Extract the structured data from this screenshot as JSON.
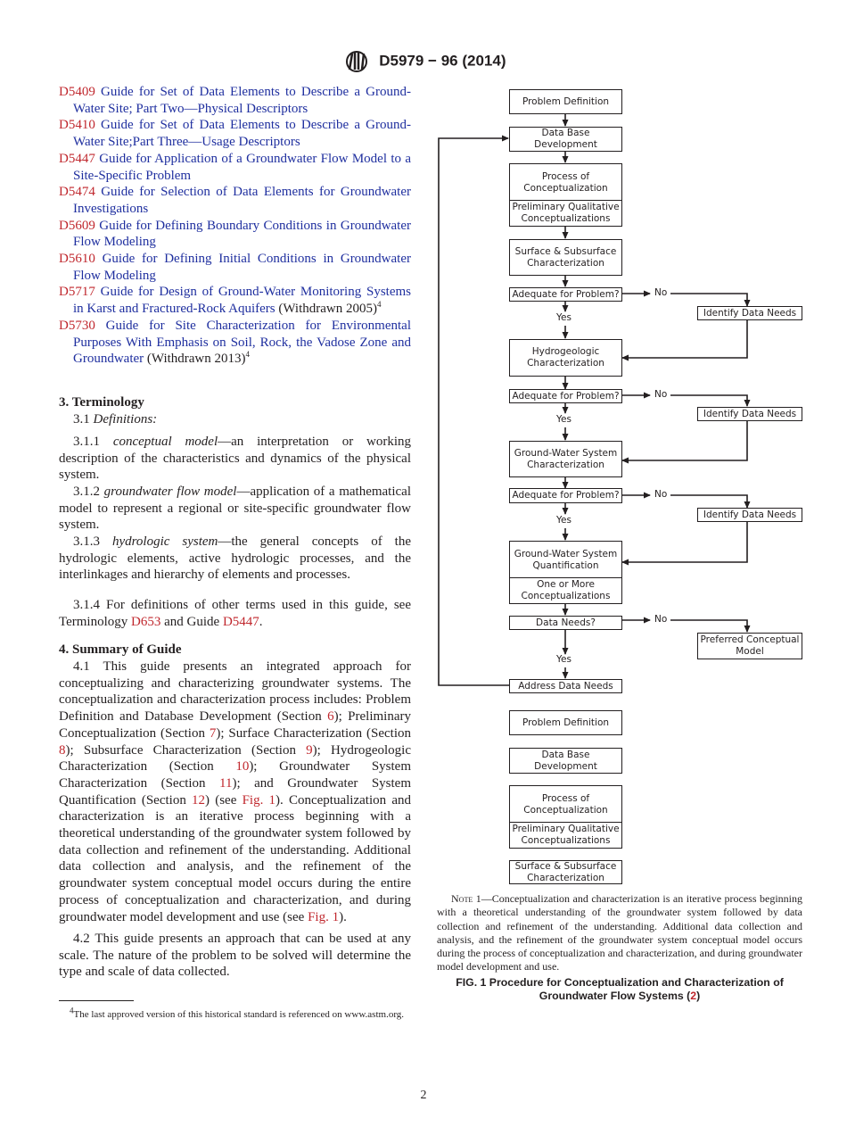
{
  "header": {
    "designation": "D5979 − 96 (2014)",
    "logo_text": "ASTM"
  },
  "references": [
    {
      "code": "D5409",
      "title": "Guide for Set of Data Elements to Describe a Ground-Water Site; Part Two—Physical Descriptors",
      "suffix": "",
      "sup": ""
    },
    {
      "code": "D5410",
      "title": "Guide for Set of Data Elements to Describe a Ground-Water Site;Part Three—Usage Descriptors",
      "suffix": "",
      "sup": ""
    },
    {
      "code": "D5447",
      "title": "Guide for Application of a Groundwater Flow Model to a Site-Specific Problem",
      "suffix": "",
      "sup": ""
    },
    {
      "code": "D5474",
      "title": "Guide for Selection of Data Elements for Groundwater Investigations",
      "suffix": "",
      "sup": ""
    },
    {
      "code": "D5609",
      "title": "Guide for Defining Boundary Conditions in Groundwater Flow Modeling",
      "suffix": "",
      "sup": ""
    },
    {
      "code": "D5610",
      "title": "Guide for Defining Initial Conditions in Groundwater Flow Modeling",
      "suffix": "",
      "sup": ""
    },
    {
      "code": "D5717",
      "title": "Guide for Design of Ground-Water Monitoring Systems in Karst and Fractured-Rock Aquifers",
      "suffix": " (Withdrawn 2005)",
      "sup": "4"
    },
    {
      "code": "D5730",
      "title": "Guide for Site Characterization for Environmental Purposes With Emphasis on Soil, Rock, the Vadose Zone and Groundwater",
      "suffix": " (Withdrawn 2013)",
      "sup": "4"
    }
  ],
  "terminology": {
    "heading": "3. Terminology",
    "p31": [
      {
        "t": "3.1  "
      },
      {
        "t": "Definitions:",
        "i": true
      }
    ],
    "p311": [
      {
        "t": "3.1.1  "
      },
      {
        "t": "conceptual model",
        "i": true
      },
      {
        "t": "—an interpretation or working description of the characteristics and dynamics of the physical system."
      }
    ],
    "p312": [
      {
        "t": "3.1.2  "
      },
      {
        "t": "groundwater flow model",
        "i": true
      },
      {
        "t": "—application of a mathematical model to represent a regional or site-specific groundwater flow system."
      }
    ],
    "p313": [
      {
        "t": "3.1.3  "
      },
      {
        "t": "hydrologic system",
        "i": true
      },
      {
        "t": "—the general concepts of the hydrologic elements, active hydrologic processes, and the interlinkages and hierarchy of elements and processes."
      }
    ],
    "p314": [
      {
        "t": "3.1.4  For definitions of other terms used in this guide, see Terminology "
      },
      {
        "t": "D653",
        "l": true
      },
      {
        "t": " and Guide "
      },
      {
        "t": "D5447",
        "l": true
      },
      {
        "t": "."
      }
    ]
  },
  "summary": {
    "heading": "4. Summary of Guide",
    "p41": [
      {
        "t": "4.1  This guide presents an integrated approach for conceptualizing and characterizing groundwater systems. The conceptualization and characterization process includes: Problem Definition and Database Development (Section "
      },
      {
        "t": "6",
        "l": true
      },
      {
        "t": "); Preliminary Conceptualization (Section "
      },
      {
        "t": "7",
        "l": true
      },
      {
        "t": "); Surface Characterization (Section "
      },
      {
        "t": "8",
        "l": true
      },
      {
        "t": "); Subsurface Characterization (Section "
      },
      {
        "t": "9",
        "l": true
      },
      {
        "t": "); Hydrogeologic Characterization (Section "
      },
      {
        "t": "10",
        "l": true
      },
      {
        "t": "); Groundwater System Characterization (Section "
      },
      {
        "t": "11",
        "l": true
      },
      {
        "t": "); and Groundwater System Quantification (Section "
      },
      {
        "t": "12",
        "l": true
      },
      {
        "t": ") (see "
      },
      {
        "t": "Fig. 1",
        "l": true
      },
      {
        "t": "). Conceptualization and characterization is an iterative process beginning with a theoretical understanding of the groundwater system followed by data collection and refinement of the understanding. Additional data collection and analysis, and the refinement of the groundwater system conceptual model occurs during the entire process of conceptualization and characterization, and during groundwater model development and use (see "
      },
      {
        "t": "Fig. 1",
        "l": true
      },
      {
        "t": ")."
      }
    ],
    "p42": [
      {
        "t": "4.2  This guide presents an approach that can be used at any scale. The nature of the problem to be solved will determine the type and scale of data collected."
      }
    ]
  },
  "footnote": {
    "mark": "4",
    "text": "The last approved version of this historical standard is referenced on www.astm.org."
  },
  "flowchart": {
    "problem_definition": "Problem Definition",
    "data_base_development": "Data Base Development",
    "process_of_conceptualization": "Process of Conceptualization",
    "preliminary_qualitative": "Preliminary Qualitative Conceptualizations",
    "surface_subsurface": "Surface & Subsurface Characterization",
    "adequate": "Adequate for Problem?",
    "identify": "Identify Data Needs",
    "hydrogeologic": "Hydrogeologic Characterization",
    "gw_characterization": "Ground-Water System Characterization",
    "gw_quantification": "Ground-Water System Quantification",
    "one_or_more": "One or More Conceptualizations",
    "data_needs": "Data Needs?",
    "preferred": "Preferred Conceptual Model",
    "address": "Address Data Needs",
    "yes": "Yes",
    "no": "No"
  },
  "note": {
    "label": "Note 1",
    "text": "—Conceptualization and characterization is an iterative process beginning with a theoretical understanding of the groundwater system followed by data collection and refinement of the understanding. Additional data collection and analysis, and the refinement of the groundwater system conceptual model occurs during the process of conceptualization and characterization, and during groundwater model development and use."
  },
  "caption": {
    "text": "FIG. 1 Procedure for Conceptualization and Characterization of Groundwater Flow Systems (",
    "ref": "2",
    "close": ")"
  },
  "page_number": "2",
  "colors": {
    "reference_code": "#c0272d",
    "reference_title": "#1f2f9f",
    "text": "#231f20"
  }
}
